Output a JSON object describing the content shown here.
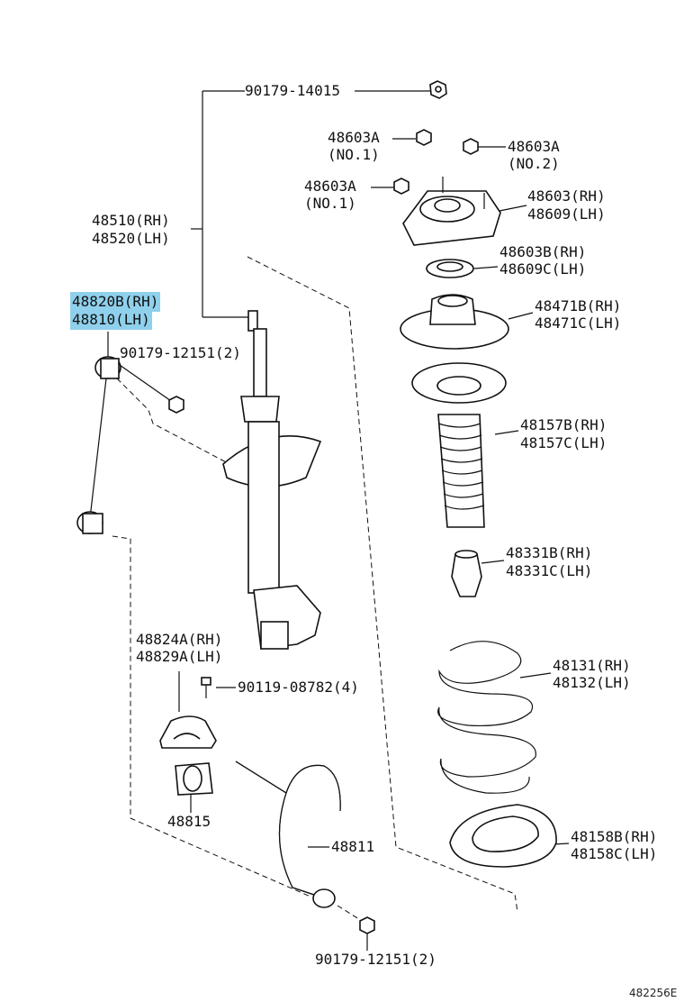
{
  "accent": "#8fd0ec",
  "parts": {
    "p90179_14015": "90179-14015",
    "p48603a_1": [
      "48603A",
      "(NO.1)"
    ],
    "p48603a_2": [
      "48603A",
      "(NO.2)"
    ],
    "p48603a_3": [
      "48603A",
      "(NO.1)"
    ],
    "p48603": [
      "48603(RH)",
      "48609(LH)"
    ],
    "p48510": [
      "48510(RH)",
      "48520(LH)"
    ],
    "p48603b": [
      "48603B(RH)",
      "48609C(LH)"
    ],
    "p48820": [
      "48820B(RH)",
      "48810(LH)"
    ],
    "p48471": [
      "48471B(RH)",
      "48471C(LH)"
    ],
    "p90179_12151_top": "90179-12151(2)",
    "p48157": [
      "48157B(RH)",
      "48157C(LH)"
    ],
    "p48331": [
      "48331B(RH)",
      "48331C(LH)"
    ],
    "p48824": [
      "48824A(RH)",
      "48829A(LH)"
    ],
    "p48131": [
      "48131(RH)",
      "48132(LH)"
    ],
    "p90119": "90119-08782(4)",
    "p48815": "48815",
    "p48158": [
      "48158B(RH)",
      "48158C(LH)"
    ],
    "p48811": "48811",
    "p90179_12151_bot": "90179-12151(2)"
  },
  "diagram_ref": "482256E"
}
